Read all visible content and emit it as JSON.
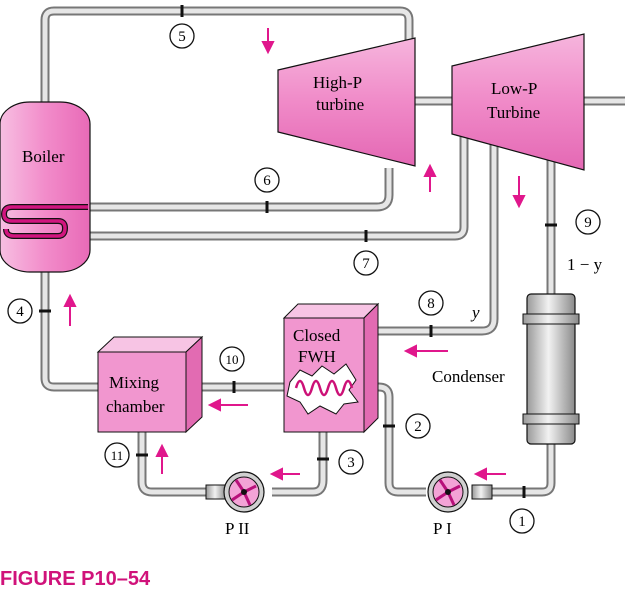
{
  "components": {
    "boiler": "Boiler",
    "hp_turbine": [
      "High-P",
      "turbine"
    ],
    "lp_turbine": [
      "Low-P",
      "Turbine"
    ],
    "closed_fwh": [
      "Closed",
      "FWH"
    ],
    "mixing_chamber": [
      "Mixing",
      "chamber"
    ],
    "condenser": "Condenser",
    "pump_1": "P I",
    "pump_2": "P II"
  },
  "states": [
    "1",
    "2",
    "3",
    "4",
    "5",
    "6",
    "7",
    "8",
    "9",
    "10",
    "11"
  ],
  "fractions": {
    "y": "y",
    "one_minus_y": "1 − y"
  },
  "figure_caption": "FIGURE P10–54",
  "colors": {
    "accent": "#e0178c",
    "component_fill": "#f49bd3",
    "pipe": "#b9b9b9",
    "caption": "#d0127a"
  }
}
